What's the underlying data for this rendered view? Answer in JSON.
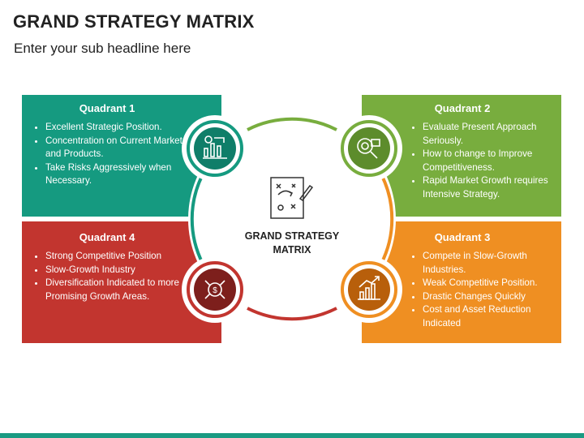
{
  "title": "GRAND STRATEGY MATRIX",
  "subtitle": "Enter your sub headline here",
  "center": {
    "label_line1": "GRAND STRATEGY",
    "label_line2": "MATRIX",
    "icon": "strategy-board-icon"
  },
  "quadrants": [
    {
      "title": "Quadrant 1",
      "color": "#159a80",
      "icon": "analytics-icon",
      "items": [
        "Excellent Strategic Position.",
        "Concentration on Current Markets and Products.",
        "Take Risks Aggressively when Necessary."
      ]
    },
    {
      "title": "Quadrant 2",
      "color": "#78ad3e",
      "icon": "evaluation-icon",
      "items": [
        "Evaluate Present Approach Seriously.",
        "How to change to Improve Competitiveness.",
        "Rapid Market Growth requires Intensive Strategy."
      ]
    },
    {
      "title": "Quadrant 3",
      "color": "#ef8f22",
      "icon": "growth-chart-icon",
      "items": [
        "Compete in Slow-Growth Industries.",
        "Weak Competitive Position.",
        "Drastic Changes Quickly",
        "Cost and Asset Reduction Indicated"
      ]
    },
    {
      "title": "Quadrant 4",
      "color": "#c2352f",
      "icon": "diversification-icon",
      "items": [
        "Strong Competitive Position",
        "Slow-Growth Industry",
        "Diversification Indicated to more Promising Growth Areas."
      ]
    }
  ]
}
